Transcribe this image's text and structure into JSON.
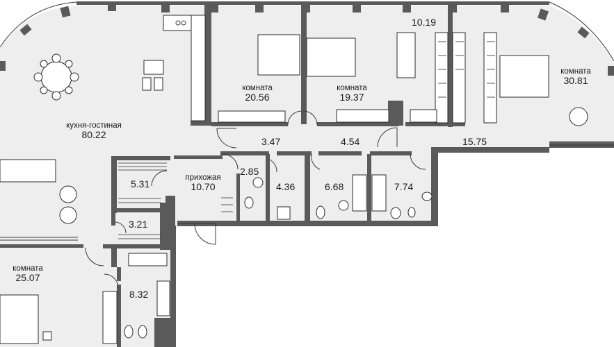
{
  "rooms": [
    {
      "id": "kitchen",
      "name": "кухня-гостиная",
      "area": "80.22"
    },
    {
      "id": "room1",
      "name": "комната",
      "area": "20.56"
    },
    {
      "id": "room2",
      "name": "комната",
      "area": "19.37"
    },
    {
      "id": "room3",
      "name": "комната",
      "area": "30.81"
    },
    {
      "id": "room4",
      "name": "комната",
      "area": "25.07"
    },
    {
      "id": "hall",
      "name": "прихожая",
      "area": "10.70"
    }
  ],
  "areas": {
    "a1019": "10.19",
    "a347": "3.47",
    "a454": "4.54",
    "a1575": "15.75",
    "a531": "5.31",
    "a285": "2.85",
    "a436": "4.36",
    "a668": "6.68",
    "a774": "7.74",
    "a321": "3.21",
    "a832": "8.32"
  },
  "colors": {
    "wall": "#5a5a5a",
    "floor": "#eeeeee",
    "line": "#2b2b2b"
  }
}
